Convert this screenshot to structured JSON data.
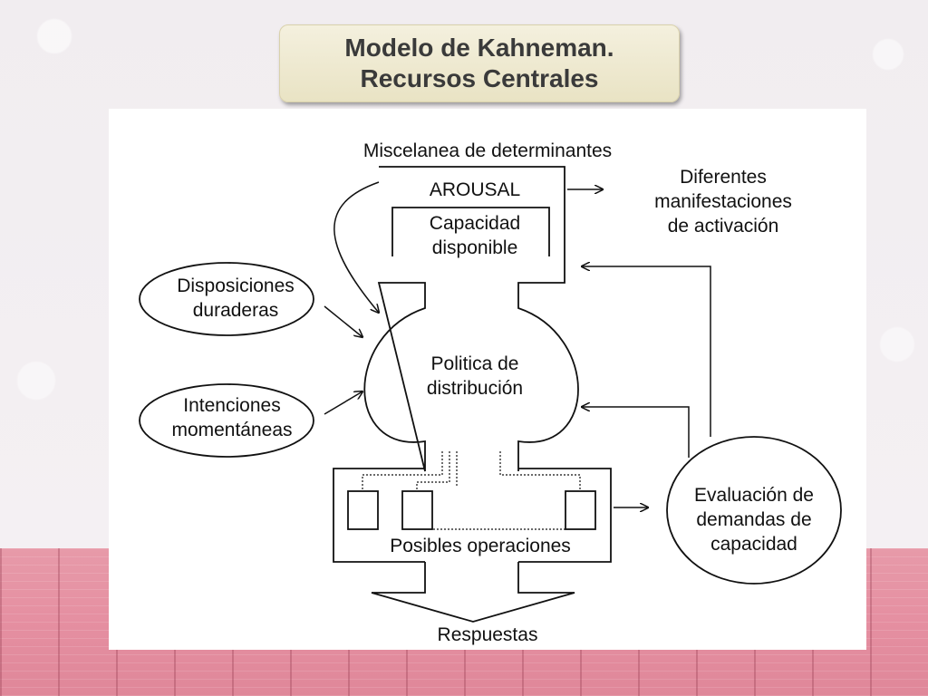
{
  "title": {
    "line1": "Modelo de Kahneman.",
    "line2": "Recursos Centrales"
  },
  "diagram": {
    "miscelanea": "Miscelanea de determinantes",
    "arousal": "AROUSAL",
    "capacidad_1": "Capacidad",
    "capacidad_2": "disponible",
    "manifest_1": "Diferentes",
    "manifest_2": "manifestaciones",
    "manifest_3": "de activación",
    "disposiciones_1": "Disposiciones",
    "disposiciones_2": "duraderas",
    "intenciones_1": "Intenciones",
    "intenciones_2": "momentáneas",
    "politica_1": "Politica de",
    "politica_2": "distribución",
    "evaluacion_1": "Evaluación de",
    "evaluacion_2": "demandas de",
    "evaluacion_3": "capacidad",
    "operaciones": "Posibles operaciones",
    "respuestas": "Respuestas"
  }
}
